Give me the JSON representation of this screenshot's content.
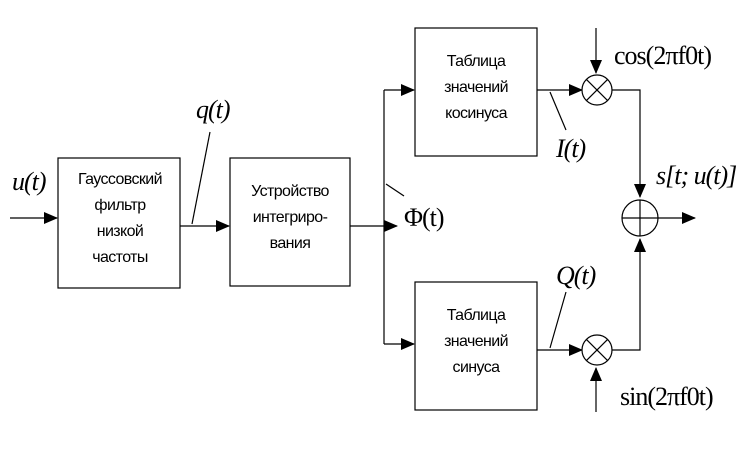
{
  "blocks": {
    "gauss_filter": [
      "Гауссовский",
      "фильтр",
      "низкой",
      "частоты"
    ],
    "integrator": [
      "Устройство",
      "интегриро-",
      "вания"
    ],
    "cos_table": [
      "Таблица",
      "значений",
      "косинуса"
    ],
    "sin_table": [
      "Таблица",
      "значений",
      "синуса"
    ]
  },
  "signals": {
    "u_t": "u(t)",
    "q_t": "q(t)",
    "phi_t": "Φ(t)",
    "I_t": "I(t)",
    "Q_t": "Q(t)",
    "s_out": "s[t; u(t)]",
    "cos_carrier": "cos(2πf0t)",
    "sin_carrier": "sin(2πf0t)"
  }
}
